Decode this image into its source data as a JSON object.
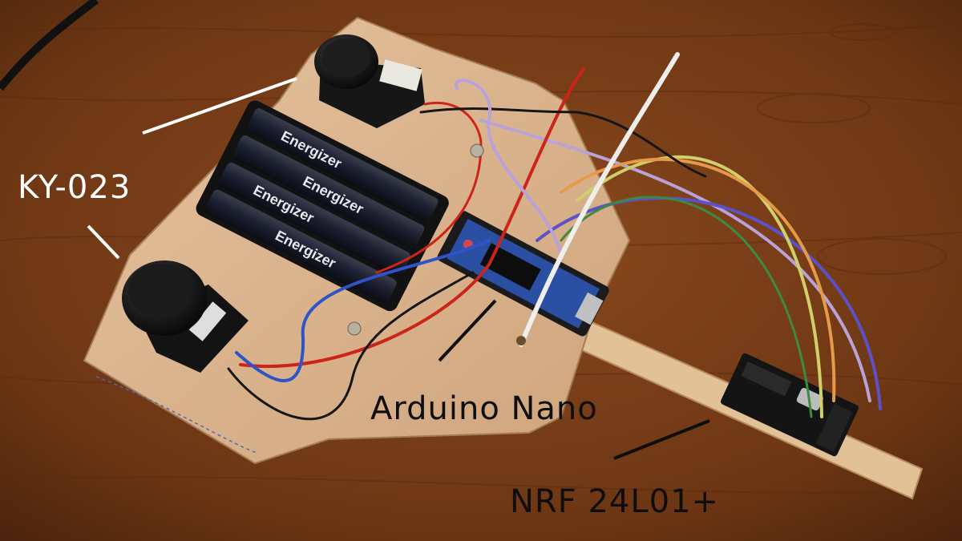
{
  "labels": {
    "ky023": "KY-023",
    "arduino": "Arduino Nano",
    "nrf": "NRF 24L01+"
  },
  "battery": {
    "brand": "Energizer"
  },
  "colors": {
    "table": "#7a3e18",
    "plywood": "#d8b088",
    "stick": "#e4c49a",
    "label_light": "#ffffff",
    "label_dark": "#0e0e0e",
    "wire_red": "#cc2418",
    "wire_blue": "#2f54c8",
    "wire_black": "#151515",
    "wire_violet": "#b9a2d9",
    "wire_yellow": "#cfd06a",
    "wire_orange": "#e59a4a",
    "wire_green": "#3d8a40"
  }
}
